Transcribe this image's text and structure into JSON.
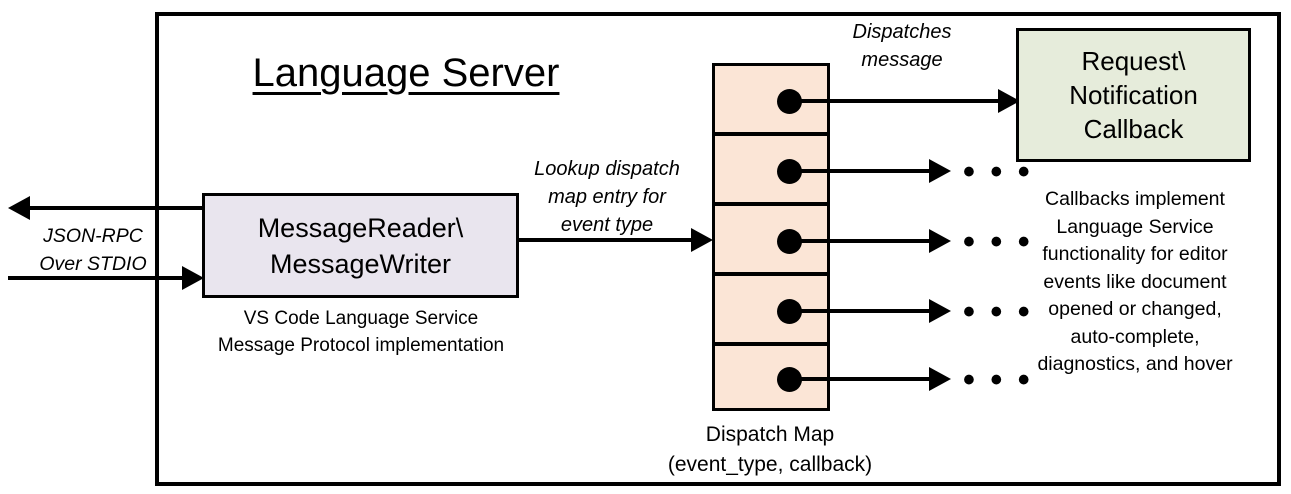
{
  "diagram": {
    "title": "Language Server",
    "frame_label": "language-server-boundary"
  },
  "external_io": {
    "label": "JSON-RPC\nOver STDIO",
    "label_line1": "JSON-RPC",
    "label_line2": "Over STDIO",
    "outbound_arrow": "arrow-left",
    "inbound_arrow": "arrow-right"
  },
  "reader_box": {
    "line1": "MessageReader\\",
    "line2": "MessageWriter",
    "fill": "#e9e5ee",
    "caption_line1": "VS Code Language Service",
    "caption_line2": "Message Protocol implementation"
  },
  "lookup_edge": {
    "line1": "Lookup dispatch",
    "line2": "map entry for",
    "line3": "event type"
  },
  "dispatch_map": {
    "fill": "#fbe5d6",
    "caption_line1": "Dispatch Map",
    "caption_line2": "(event_type, callback)",
    "cells": [
      {
        "index": 1,
        "has_dot": true,
        "out_target": "callback-box"
      },
      {
        "index": 2,
        "has_dot": true,
        "out_target": "ellipsis"
      },
      {
        "index": 3,
        "has_dot": true,
        "out_target": "ellipsis"
      },
      {
        "index": 4,
        "has_dot": true,
        "out_target": "ellipsis"
      },
      {
        "index": 5,
        "has_dot": true,
        "out_target": "ellipsis"
      }
    ],
    "ellipsis_glyph": "• • •"
  },
  "dispatch_edge": {
    "line1": "Dispatches",
    "line2": "message"
  },
  "callback_box": {
    "line1": "Request\\",
    "line2": "Notification",
    "line3": "Callback",
    "fill": "#e6ecdb",
    "caption_line1": "Callbacks implement",
    "caption_line2": "Language Service",
    "caption_line3": "functionality for editor",
    "caption_line4": "events like document",
    "caption_line5": "opened or changed,",
    "caption_line6": "auto-complete,",
    "caption_line7": "diagnostics, and hover"
  }
}
